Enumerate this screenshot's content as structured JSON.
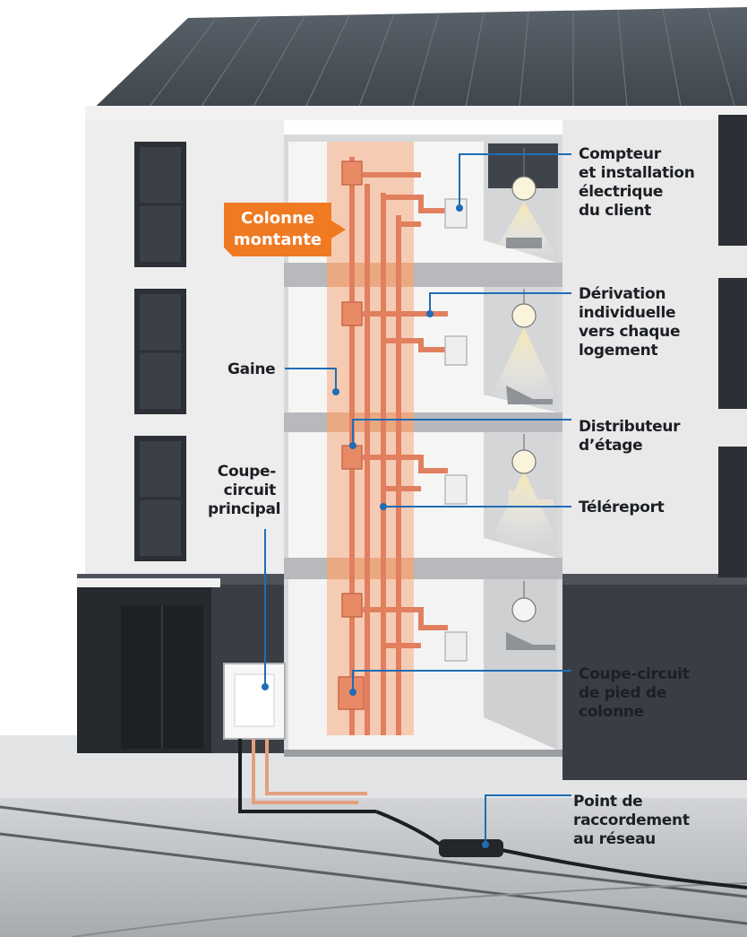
{
  "colors": {
    "accent": "#ef7a22",
    "callout": "#1f6db5",
    "copper": "#e9896a",
    "roof": "#4b5259",
    "facade": "#ececec",
    "dark": "#3c4047"
  },
  "tag": {
    "line1": "Colonne",
    "line2": "montante"
  },
  "labels": {
    "compteur": [
      "Compteur",
      "et installation",
      "électrique",
      "du client"
    ],
    "derivation": [
      "Dérivation",
      "individuelle",
      "vers chaque",
      "logement"
    ],
    "distributeur": [
      "Distributeur",
      "d’étage"
    ],
    "telereport": [
      "Téléreport"
    ],
    "pied": [
      "Coupe-circuit",
      "de pied de",
      "colonne"
    ],
    "raccordement": [
      "Point de",
      "raccordement",
      "au réseau"
    ],
    "gaine": [
      "Gaine"
    ],
    "principal": [
      "Coupe-",
      "circuit",
      "principal"
    ]
  }
}
